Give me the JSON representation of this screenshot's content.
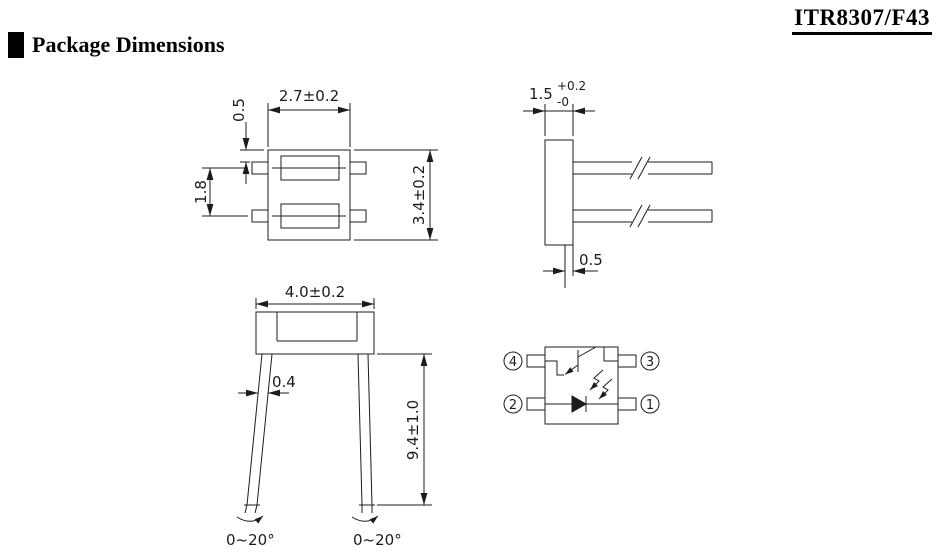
{
  "header": {
    "part_number": "ITR8307/F43",
    "section_title": "Package Dimensions"
  },
  "top_view": {
    "body_width": "2.7±0.2",
    "pin_edge_offset": "0.5",
    "pin_pitch": "1.8",
    "body_length": "3.4±0.2"
  },
  "side_view": {
    "body_thickness": "1.5",
    "thickness_tol_upper": "+0.2",
    "thickness_tol_lower": "-0",
    "lead_thickness": "0.5"
  },
  "front_view": {
    "body_width": "4.0±0.2",
    "lead_width": "0.4",
    "lead_length": "9.4±1.0",
    "lead_angle_left": "0~20°",
    "lead_angle_right": "0~20°"
  },
  "schematic": {
    "pin_top_left": "4",
    "pin_top_right": "3",
    "pin_bottom_left": "2",
    "pin_bottom_right": "1"
  }
}
